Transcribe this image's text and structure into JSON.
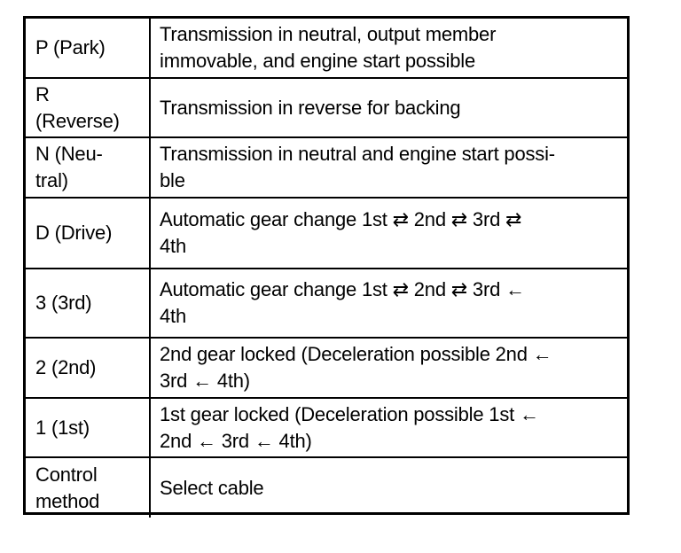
{
  "table": {
    "rows": [
      {
        "position": "P (Park)",
        "description": "Transmission in neutral, output member\nimmovable, and engine start possible"
      },
      {
        "position": "R\n(Reverse)",
        "description": "Transmission in reverse for backing"
      },
      {
        "position": "N (Neu-\ntral)",
        "description": "Transmission in neutral and engine start possi-\nble"
      },
      {
        "position": "D (Drive)",
        "description": "Automatic gear change 1st ⇄ 2nd ⇄ 3rd ⇄\n4th"
      },
      {
        "position": "3 (3rd)",
        "description": "Automatic gear change 1st ⇄ 2nd ⇄ 3rd ←\n4th"
      },
      {
        "position": "2 (2nd)",
        "description": "2nd gear locked (Deceleration possible 2nd ←\n3rd ← 4th)"
      },
      {
        "position": "1 (1st)",
        "description": "1st gear locked (Deceleration possible 1st ←\n2nd ← 3rd ← 4th)"
      },
      {
        "position": "Control\nmethod",
        "description": "Select cable"
      }
    ]
  }
}
